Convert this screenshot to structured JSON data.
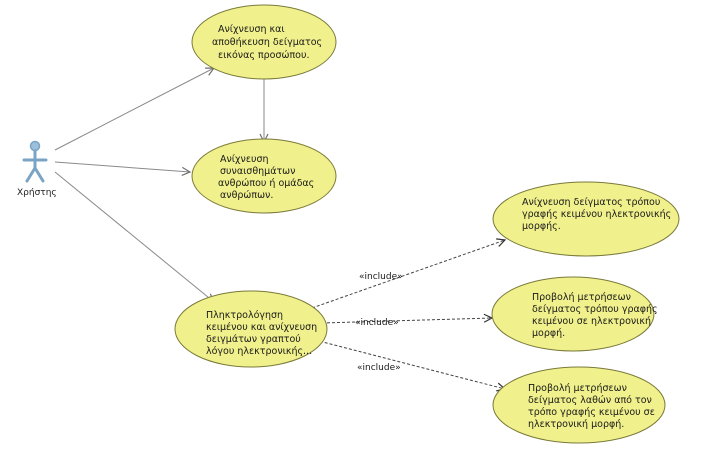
{
  "actor": {
    "label": "Χρήστης",
    "color": "#8fb6d4"
  },
  "use_cases": [
    {
      "id": "uc1",
      "lines": [
        "Ανίχνευση και",
        "αποθήκευση δείγματος",
        "εικόνας προσώπου."
      ]
    },
    {
      "id": "uc2",
      "lines": [
        "Ανίχνευση",
        "συναισθημάτων",
        "ανθρώπου ή ομάδας",
        "ανθρώπων."
      ]
    },
    {
      "id": "uc3",
      "lines": [
        "Πληκτρολόγηση",
        "κειμένου και ανίχνευση",
        "δειγμάτων γραπτού",
        "λόγου ηλεκτρονικής..."
      ]
    },
    {
      "id": "uc4",
      "lines": [
        "Ανίχνευση δείγματος τρόπου",
        "γραφής κειμένου ηλεκτρονικής",
        "μορφής."
      ]
    },
    {
      "id": "uc5",
      "lines": [
        "Προβολή μετρήσεων",
        "δείγματος τρόπου γραφής",
        "κειμένου σε ηλεκτρονική",
        "μορφή."
      ]
    },
    {
      "id": "uc6",
      "lines": [
        "Προβολή μετρήσεων",
        "δείγματος λαθών από τον",
        "τρόπο γραφής κειμένου σε",
        "ηλεκτρονική μορφή."
      ]
    }
  ],
  "include_label": "«include»",
  "colors": {
    "usecase_fill": "#f0f08c",
    "usecase_stroke": "#7a7a3a",
    "line": "#808080",
    "dashed": "#555555"
  }
}
